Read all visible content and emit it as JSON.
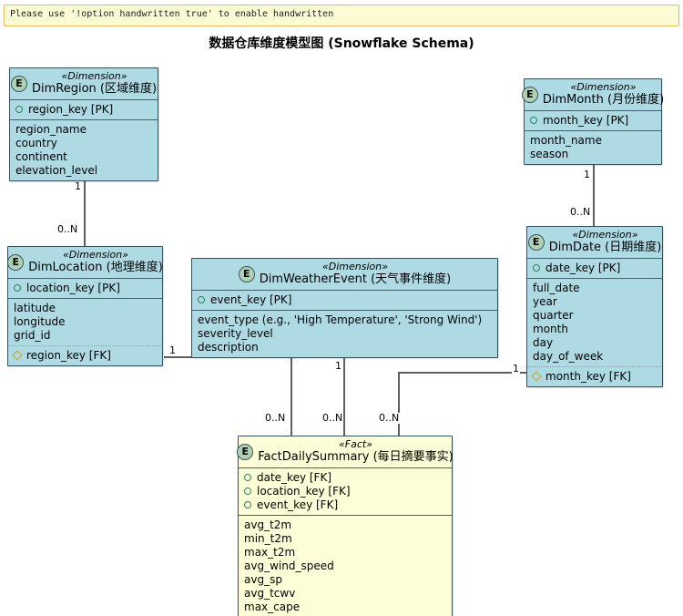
{
  "note": {
    "text": "Please use '!option handwritten true' to enable handwritten"
  },
  "title": "数据仓库维度模型图 (Snowflake Schema)",
  "colors": {
    "dimension_fill": "#aedae4",
    "fact_fill": "#fdfdd8",
    "entity_border": "#35505f",
    "note_fill": "#fcfcd4",
    "note_border": "#dcbc5f",
    "badge_fill": "#add1b2",
    "pk_icon": "#27865a",
    "fk_icon": "#c9a227",
    "connector_line": "#5f5f5f"
  },
  "entities": {
    "dim_region": {
      "badge": "E",
      "stereotype": "«Dimension»",
      "name": "DimRegion (区域维度)",
      "pk": "region_key [PK]",
      "attrs": [
        "region_name",
        "country",
        "continent",
        "elevation_level"
      ]
    },
    "dim_month": {
      "badge": "E",
      "stereotype": "«Dimension»",
      "name": "DimMonth (月份维度)",
      "pk": "month_key [PK]",
      "attrs": [
        "month_name",
        "season"
      ]
    },
    "dim_location": {
      "badge": "E",
      "stereotype": "«Dimension»",
      "name": "DimLocation (地理维度)",
      "pk": "location_key [PK]",
      "attrs": [
        "latitude",
        "longitude",
        "grid_id"
      ],
      "fk": "region_key [FK]"
    },
    "dim_weather_event": {
      "badge": "E",
      "stereotype": "«Dimension»",
      "name": "DimWeatherEvent (天气事件维度)",
      "pk": "event_key [PK]",
      "attrs": [
        "event_type (e.g., 'High Temperature', 'Strong Wind')",
        "severity_level",
        "description"
      ]
    },
    "dim_date": {
      "badge": "E",
      "stereotype": "«Dimension»",
      "name": "DimDate (日期维度)",
      "pk": "date_key [PK]",
      "attrs": [
        "full_date",
        "year",
        "quarter",
        "month",
        "day",
        "day_of_week"
      ],
      "fk": "month_key [FK]"
    },
    "fact_daily_summary": {
      "badge": "E",
      "stereotype": "«Fact»",
      "name": "FactDailySummary (每日摘要事实)",
      "keys": [
        "date_key [FK]",
        "location_key [FK]",
        "event_key [FK]"
      ],
      "attrs": [
        "avg_t2m",
        "min_t2m",
        "max_t2m",
        "avg_wind_speed",
        "avg_sp",
        "avg_tcwv",
        "max_cape"
      ]
    }
  },
  "relations": {
    "region_location": {
      "one": "1",
      "many": "0..N"
    },
    "month_date": {
      "one": "1",
      "many": "0..N"
    },
    "location_fact": {
      "one": "1",
      "many": "0..N"
    },
    "event_fact": {
      "one": "1",
      "many": "0..N"
    },
    "date_fact": {
      "one": "1",
      "many": "0..N"
    }
  }
}
